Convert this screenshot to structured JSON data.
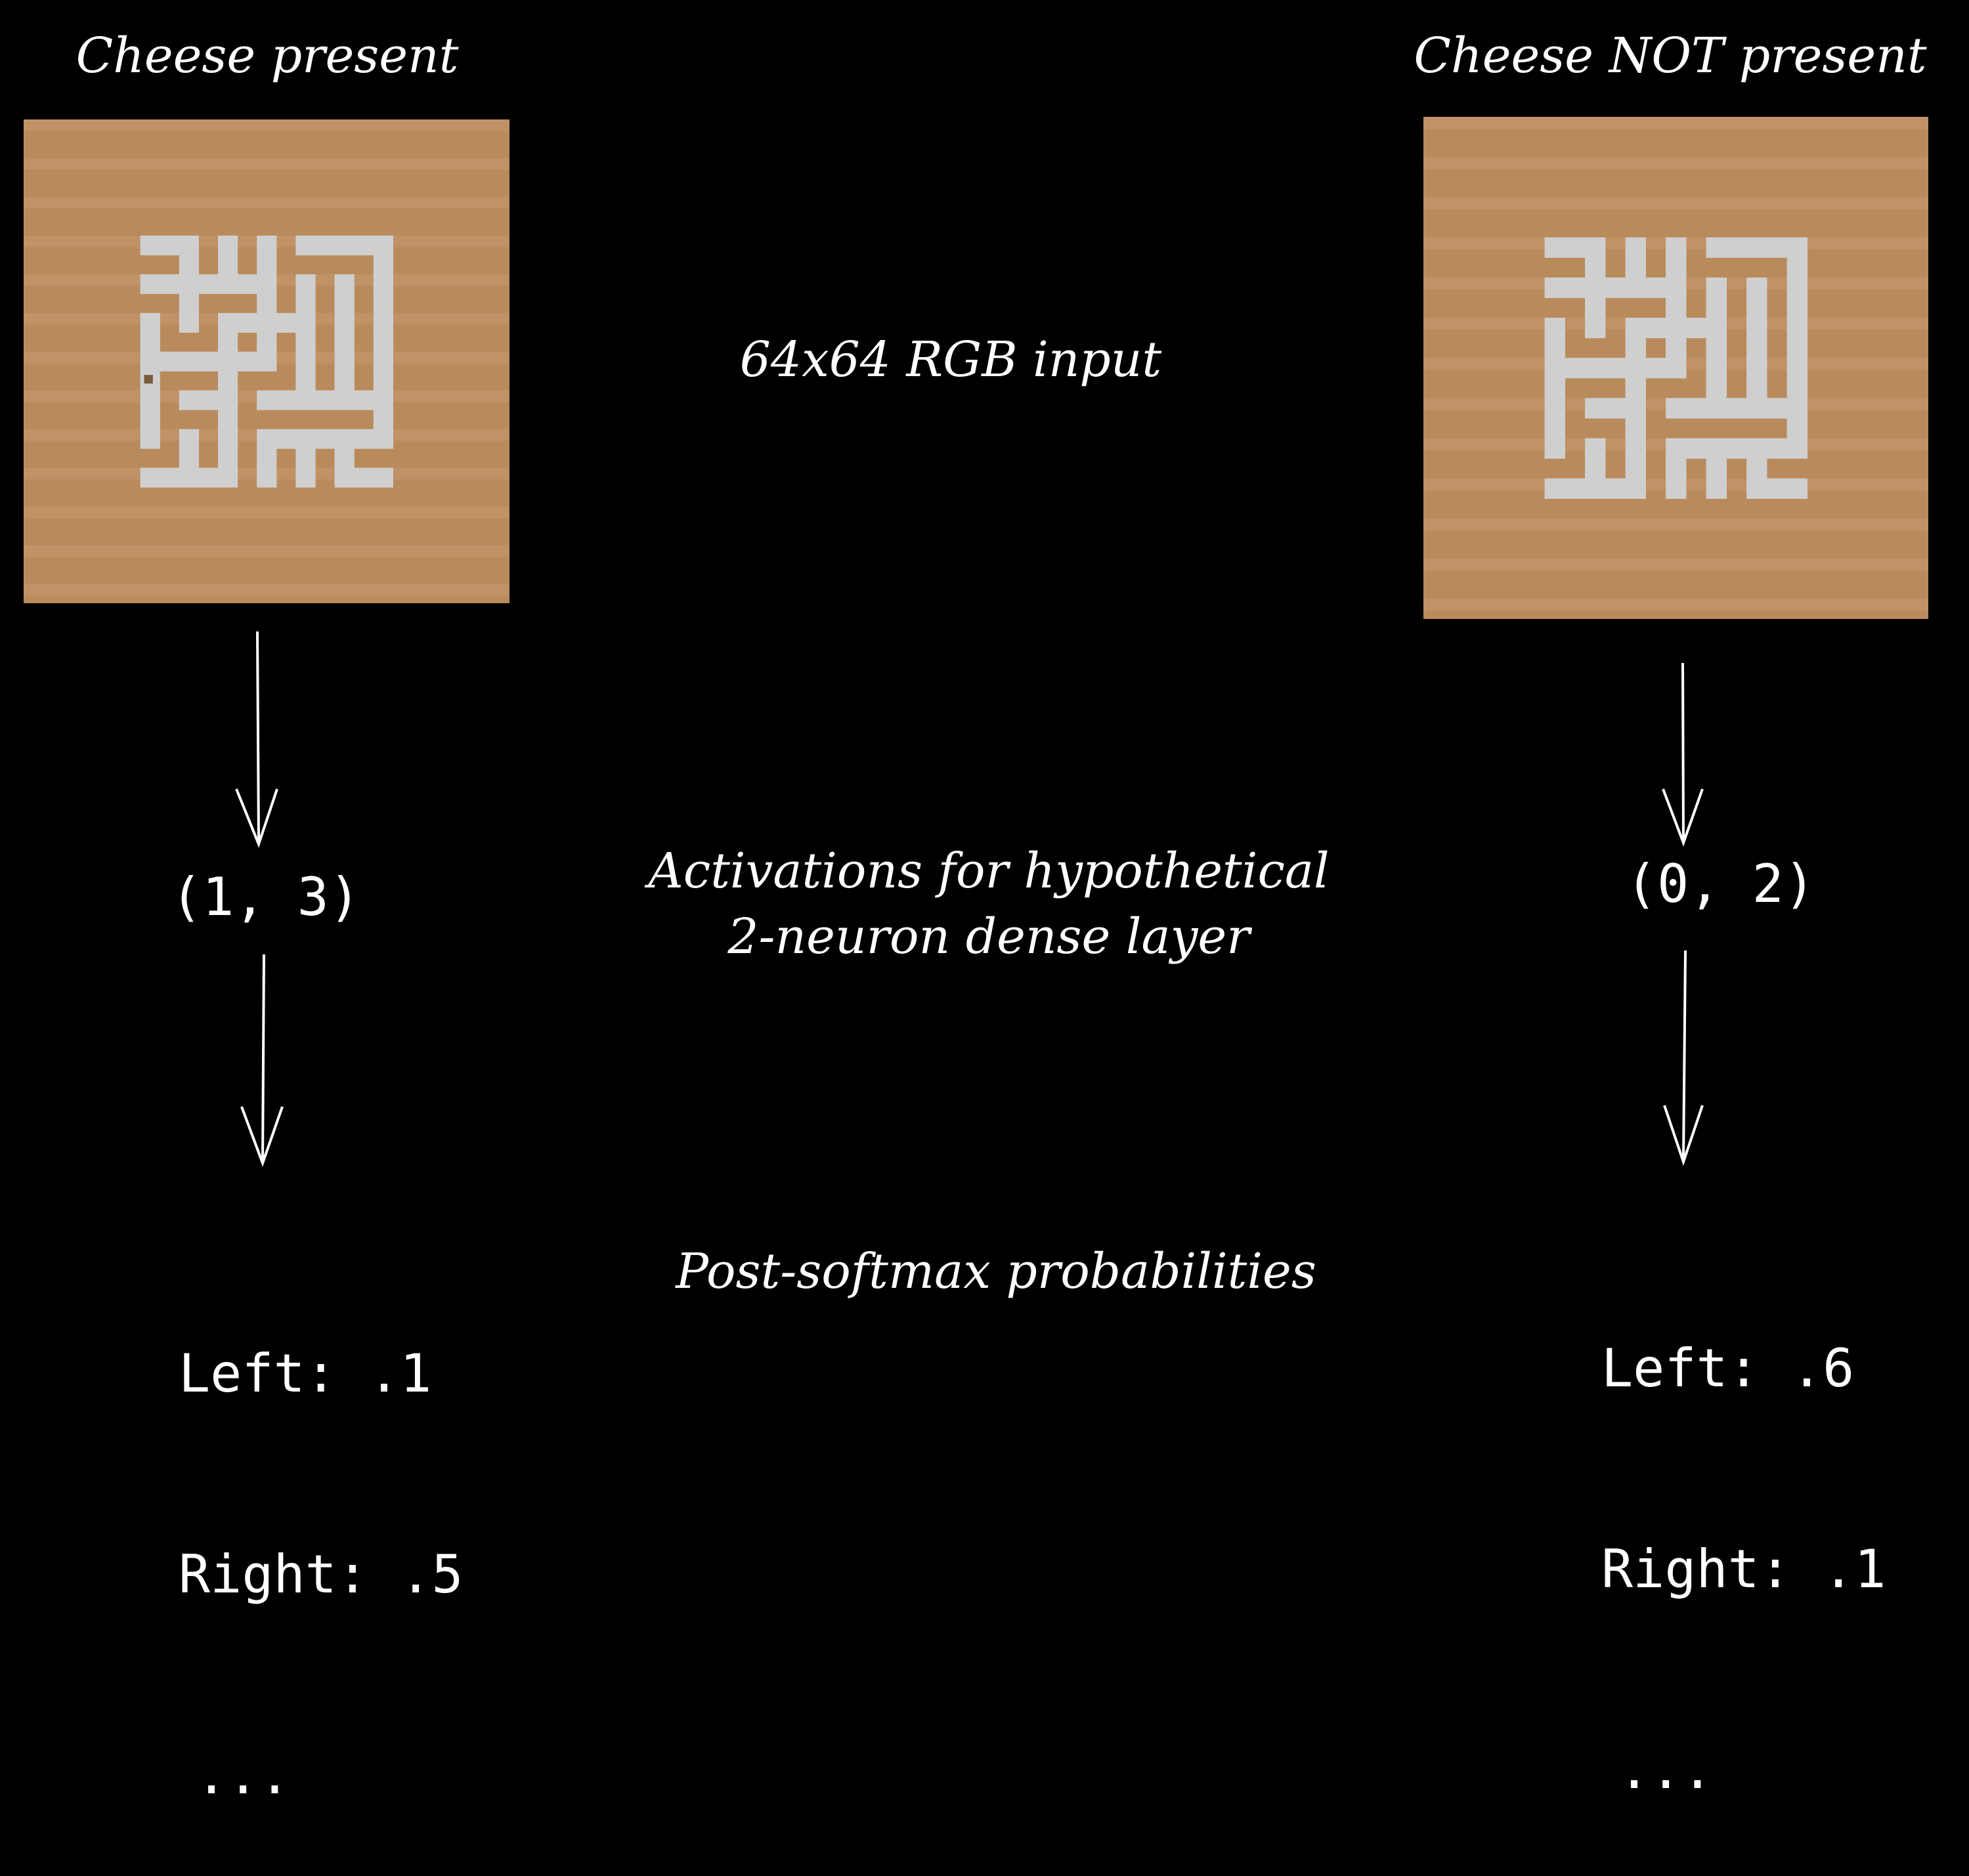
{
  "left": {
    "title": "Cheese present",
    "activations": "(1, 3)",
    "probs": [
      "Left: .1",
      "Right: .5",
      "..."
    ]
  },
  "right": {
    "title": "Cheese NOT present",
    "activations": "(0, 2)",
    "probs": [
      "Left: .6",
      "Right: .1",
      "..."
    ]
  },
  "labels": {
    "input": "64x64 RGB input",
    "activations_line1": "Activations for hypothetical",
    "activations_line2": "2-neuron dense layer",
    "probs": "Post-softmax probabilities"
  },
  "colors": {
    "background": "#000000",
    "floor": "#b98b5c",
    "path": "#cfcfcf",
    "text": "#ffffff"
  }
}
